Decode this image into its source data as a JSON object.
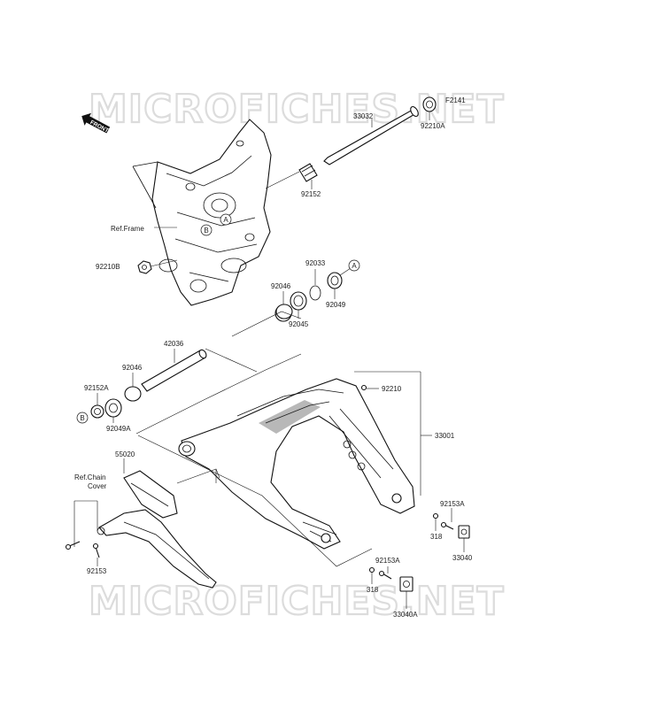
{
  "watermark": {
    "top": "MICROFICHES.NET",
    "bottom": "MICROFICHES.NET"
  },
  "front_badge": "FRONT",
  "reference_labels": {
    "frame": "Ref.Frame",
    "chain_cover_line1": "Ref.Chain",
    "chain_cover_line2": "Cover"
  },
  "callouts": {
    "A": "A",
    "B": "B"
  },
  "parts": {
    "p_f2141": "F2141",
    "p_33032": "33032",
    "p_92210A": "92210A",
    "p_92152": "92152",
    "p_92210B": "92210B",
    "p_92033": "92033",
    "p_92046_top": "92046",
    "p_92049": "92049",
    "p_92045": "92045",
    "p_42036": "42036",
    "p_92046_mid": "92046",
    "p_92152A": "92152A",
    "p_92049A": "92049A",
    "p_92210": "92210",
    "p_33001": "33001",
    "p_55020": "55020",
    "p_92153A_r": "92153A",
    "p_318_r": "318",
    "p_33040": "33040",
    "p_92153": "92153",
    "p_92153A_b": "92153A",
    "p_318_b": "318",
    "p_33040A": "33040A"
  }
}
